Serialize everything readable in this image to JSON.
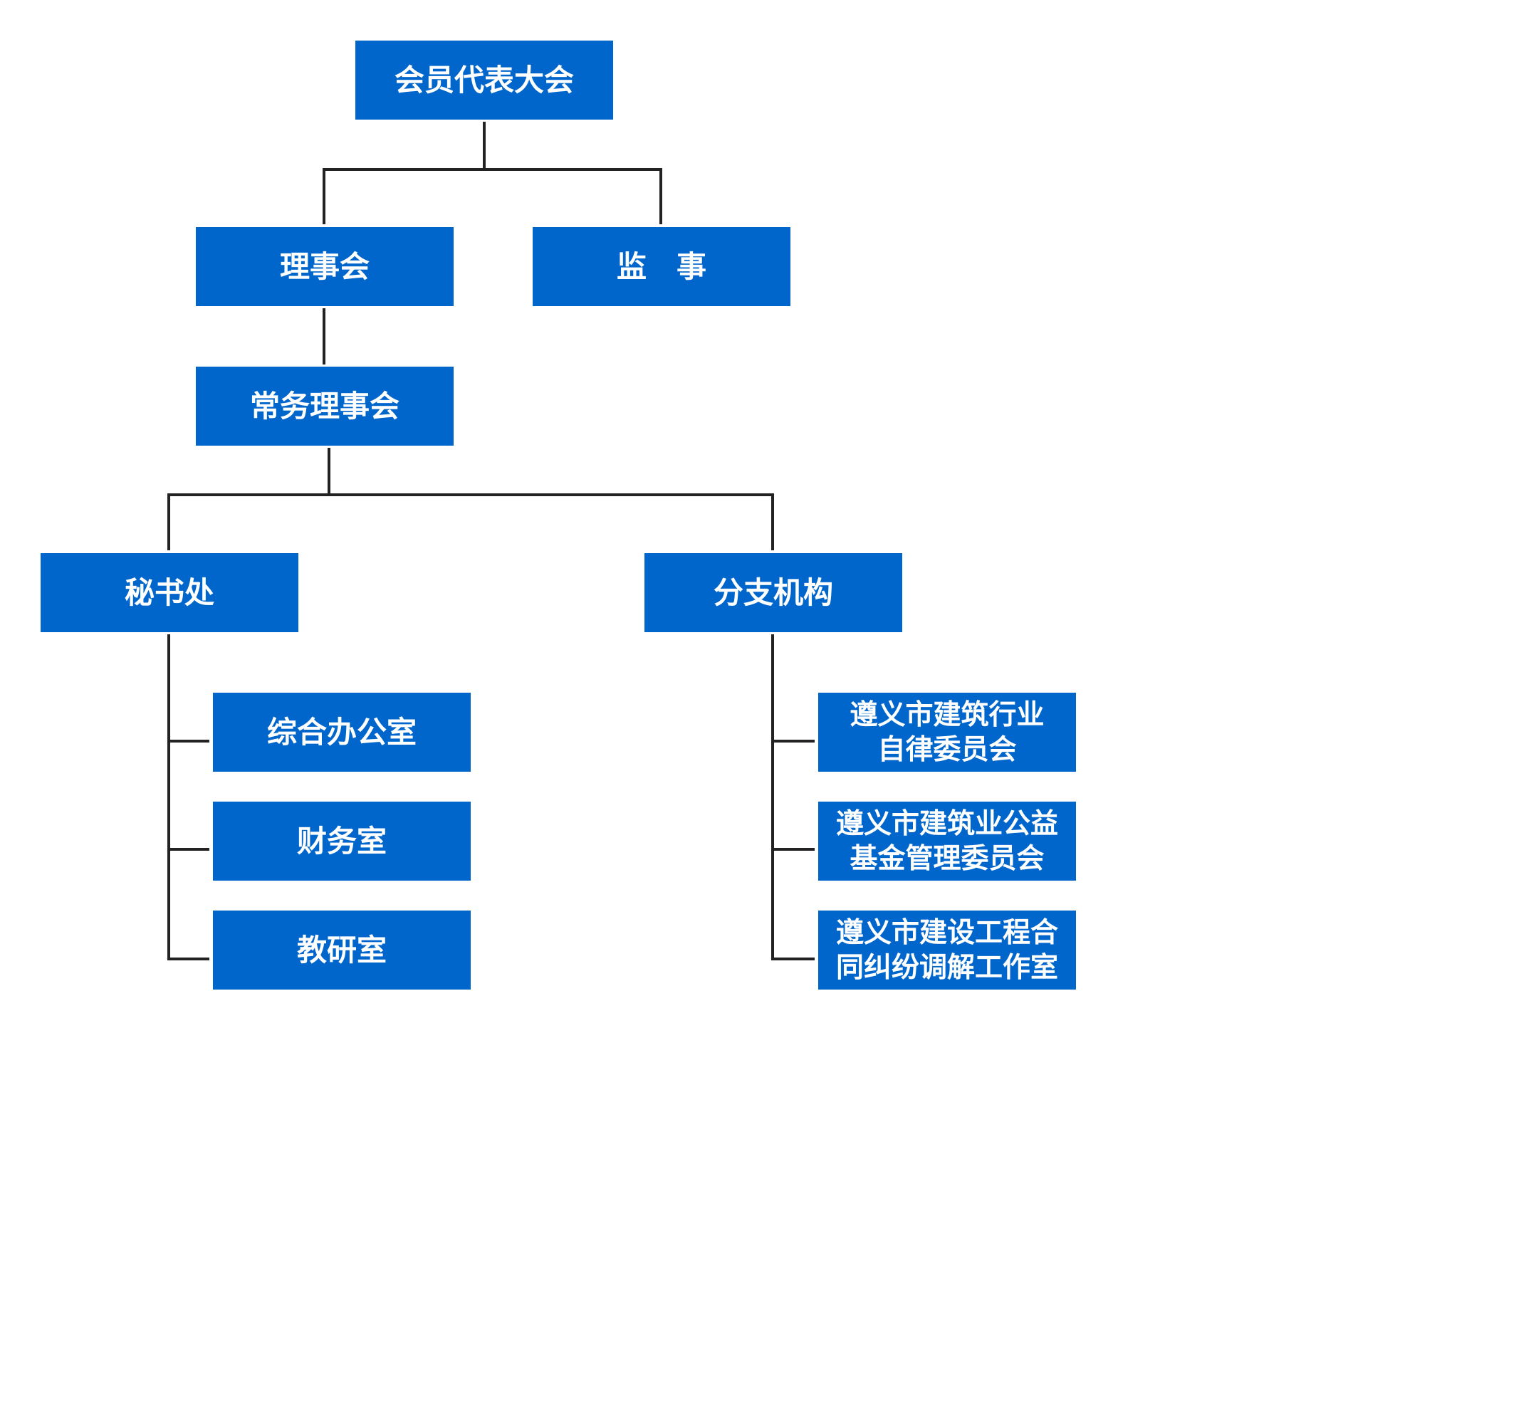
{
  "nodes": {
    "congress": "会员代表大会",
    "council": "理事会",
    "supervisor": "监　事",
    "standing_council": "常务理事会",
    "secretariat": "秘书处",
    "branches": "分支机构",
    "general_office": "综合办公室",
    "finance_office": "财务室",
    "teaching_office": "教研室",
    "self_discipline_line1": "遵义市建筑行业",
    "self_discipline_line2": "自律委员会",
    "welfare_fund_line1": "遵义市建筑业公益",
    "welfare_fund_line2": "基金管理委员会",
    "mediation_line1": "遵义市建设工程合",
    "mediation_line2": "同纠纷调解工作室"
  },
  "colors": {
    "node_fill": "#0066cc",
    "node_text": "#ffffff",
    "connector": "#222222",
    "background": "#ffffff"
  }
}
